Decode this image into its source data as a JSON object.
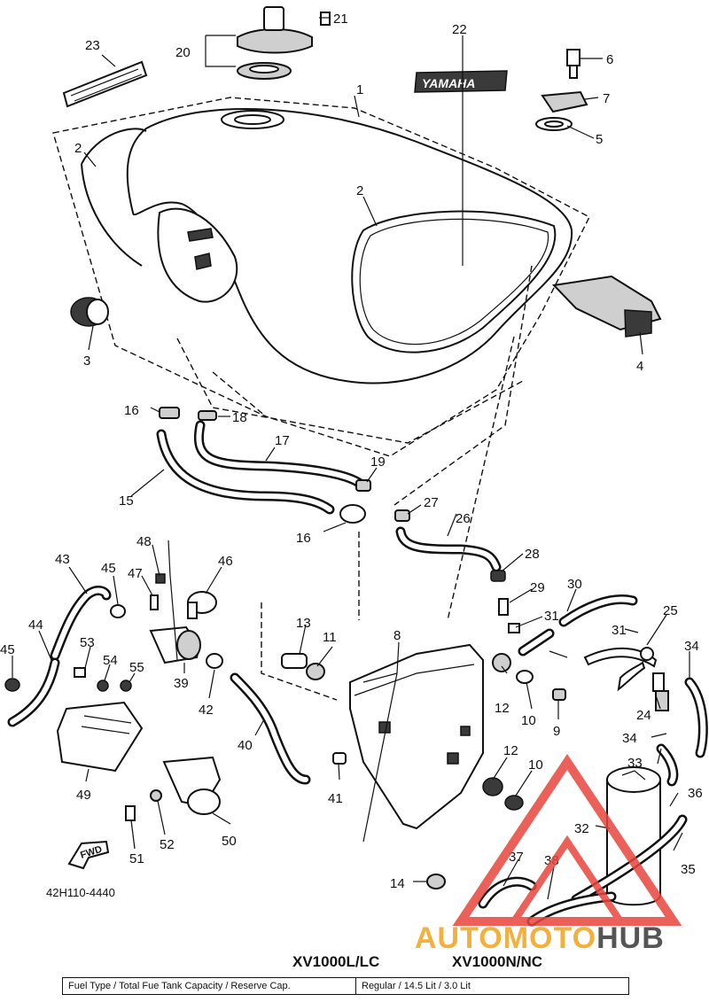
{
  "diagram": {
    "reference_code": "42H110-4440",
    "tank_badge": "YAMAHA",
    "fwd_label": "FWD",
    "callouts": [
      "1",
      "2",
      "2",
      "3",
      "4",
      "5",
      "6",
      "7",
      "8",
      "9",
      "10",
      "10",
      "11",
      "12",
      "12",
      "13",
      "14",
      "15",
      "16",
      "16",
      "17",
      "18",
      "19",
      "20",
      "21",
      "22",
      "23",
      "24",
      "25",
      "26",
      "27",
      "28",
      "29",
      "30",
      "31",
      "31",
      "32",
      "33",
      "34",
      "34",
      "35",
      "36",
      "37",
      "38",
      "39",
      "40",
      "41",
      "42",
      "43",
      "44",
      "45",
      "45",
      "46",
      "47",
      "48",
      "49",
      "50",
      "51",
      "52",
      "53",
      "54",
      "55"
    ]
  },
  "models": {
    "left": "XV1000L/LC",
    "right": "XV1000N/NC"
  },
  "spec_table": {
    "label": "Fuel Type / Total Fue Tank Capacity / Reserve Cap.",
    "value": "Regular / 14.5 Lit / 3.0 Lit"
  },
  "watermark": {
    "part1": "AUTO",
    "part2": "MOTO",
    "part3": "HUB",
    "colors": {
      "accent": "#e8453c",
      "orange": "#f3b03d",
      "gray": "#555555"
    }
  }
}
